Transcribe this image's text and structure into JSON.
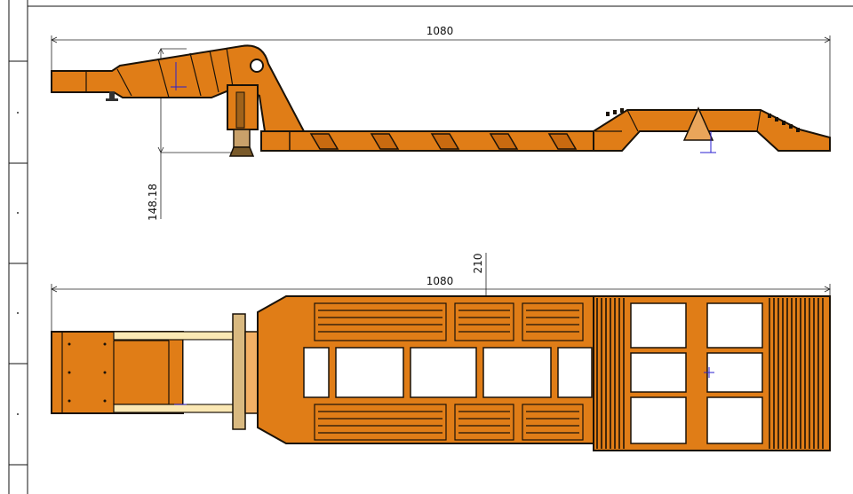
{
  "drawing": {
    "side_view": {
      "overall_length_label": "1080",
      "height_label": "148.18"
    },
    "plan_view": {
      "overall_length_label": "1080",
      "width_label": "210"
    }
  },
  "colors": {
    "body": "#e07d17",
    "outline": "#1a1208",
    "highlight": "#fbe8b4",
    "background": "#ffffff",
    "dimension_line": "#222222",
    "frame_line": "#111111",
    "marker": "#2a1fd0"
  }
}
